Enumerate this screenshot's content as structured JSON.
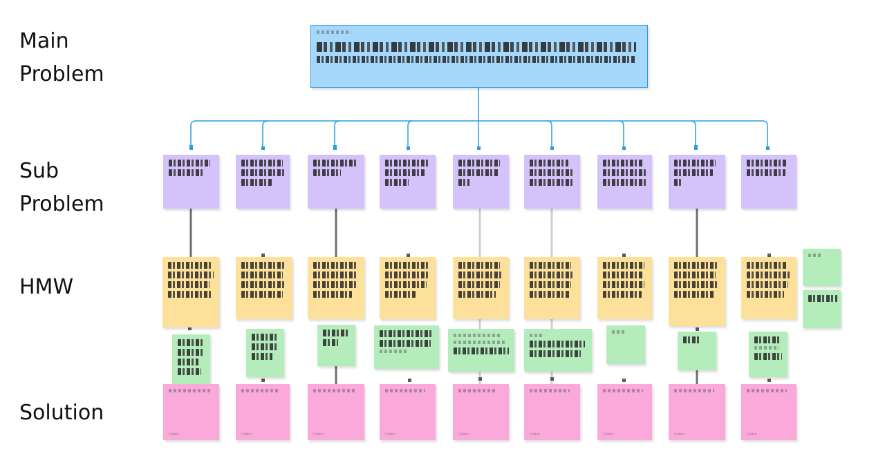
{
  "row_labels": {
    "main": "Main\nProblem",
    "sub": "Sub\nProblem",
    "hmw": "HMW",
    "solution": "Solution"
  },
  "colors": {
    "main_fill": "#a6d8fb",
    "main_border": "#2a9ddd",
    "sub_fill": "#d4c2fa",
    "hmw_fill": "#fde09a",
    "idea_fill": "#b4ecbc",
    "solution_fill": "#fba8db",
    "connector_blue": "#2a9ddd",
    "connector_gray": "#777777"
  },
  "solution_footers": [
    "Cotton",
    "Cotton",
    "Cotton",
    "Cotton",
    "Cotton",
    "Cotton",
    "Cotton",
    "Cotton",
    "Cotton"
  ]
}
